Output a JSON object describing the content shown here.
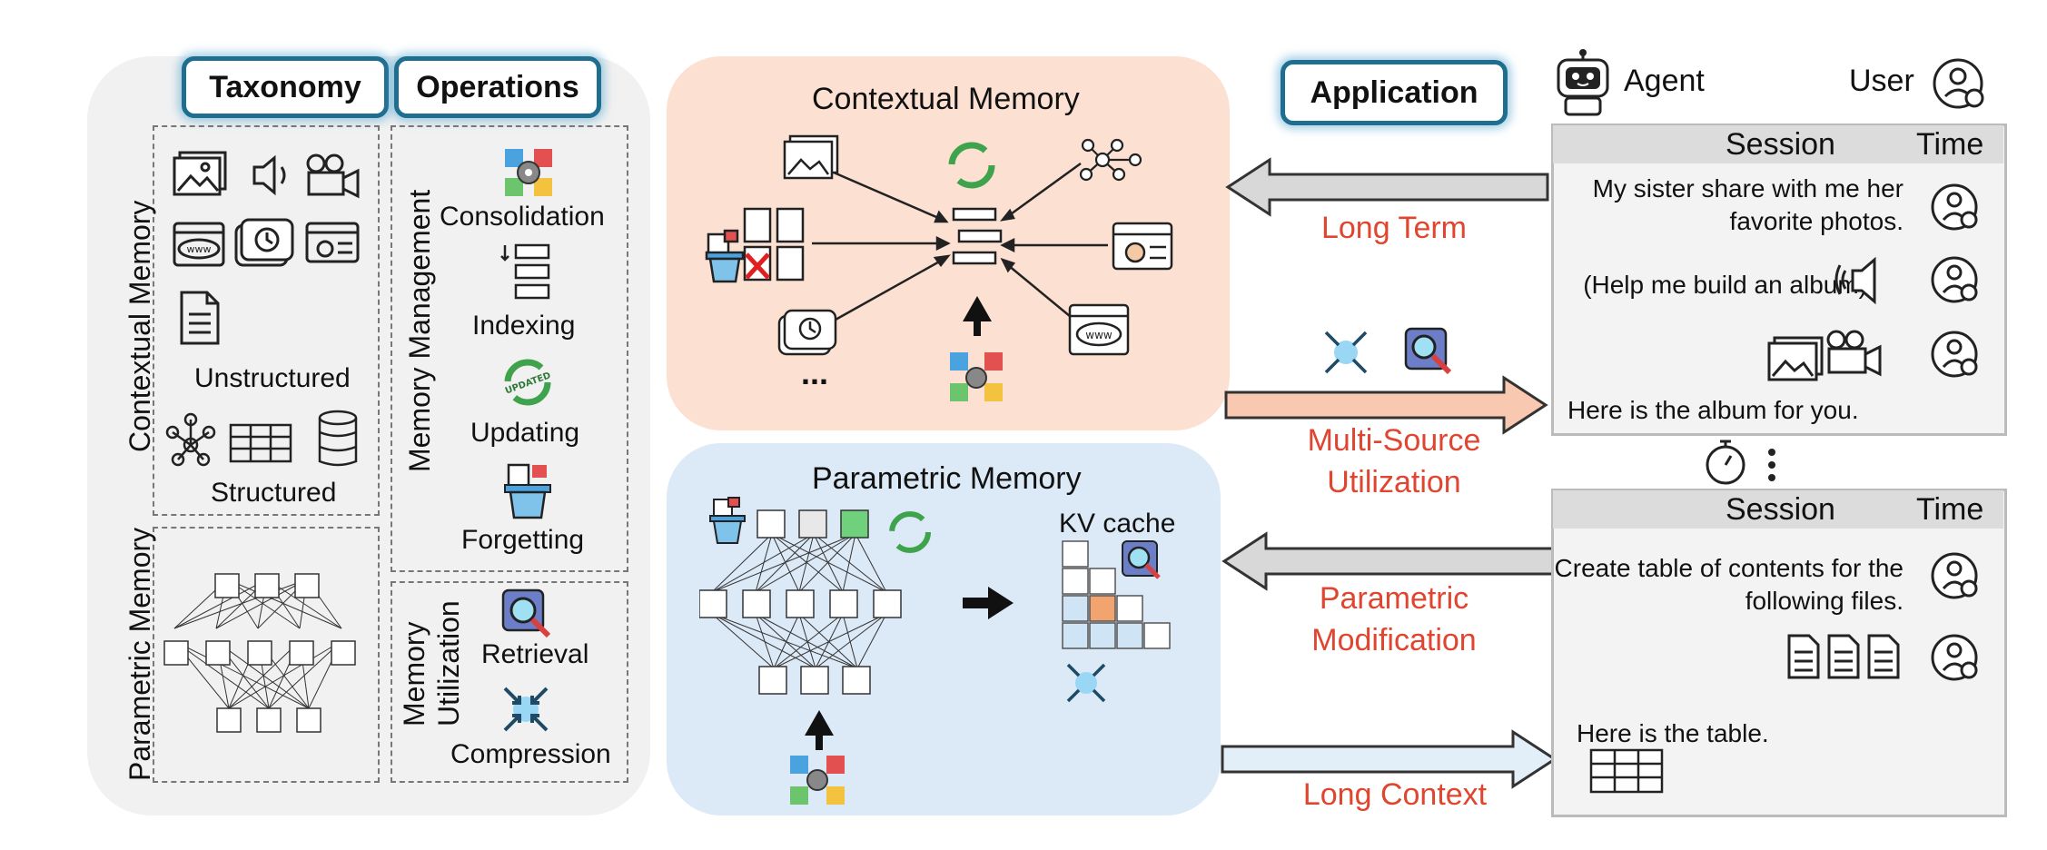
{
  "left_panel": {
    "tabs": [
      "Taxonomy",
      "Operations"
    ],
    "contextual_memory_label": "Contextual Memory",
    "parametric_memory_label": "Parametric Memory",
    "unstructured_label": "Unstructured",
    "structured_label": "Structured",
    "memory_management_label": "Memory Management",
    "memory_utilization_label_1": "Memory",
    "memory_utilization_label_2": "Utilization",
    "operations": [
      "Consolidation",
      "Indexing",
      "Updating",
      "Forgetting"
    ],
    "utilization_ops": [
      "Retrieval",
      "Compression"
    ]
  },
  "center": {
    "contextual_title": "Contextual Memory",
    "ellipsis": "...",
    "parametric_title": "Parametric Memory",
    "kv_cache_label": "KV cache"
  },
  "application": {
    "label": "Application",
    "arrows": [
      "Long Term",
      "Multi-Source Utilization",
      "Parametric Modification",
      "Long Context"
    ],
    "arrow_line_1": [
      "Long Term",
      "Multi-Source",
      "Parametric",
      "Long Context"
    ],
    "arrow_line_2": [
      "",
      "Utilization",
      "Modification",
      ""
    ]
  },
  "right_panel": {
    "agent_label": "Agent",
    "user_label": "User",
    "session_label": "Session",
    "time_label": "Time",
    "session1": {
      "msg1_line1": "My sister share with me her",
      "msg1_line2": "favorite photos.",
      "msg2": "(Help me build an album)",
      "reply": "Here is the album for you."
    },
    "session2": {
      "msg1_line1": "Create table of contents for the",
      "msg1_line2": "following files.",
      "reply": "Here is the table."
    }
  },
  "colors": {
    "contextual_bg": "#fce1d3",
    "parametric_bg": "#dce9f6",
    "left_bg": "#f1f1f1",
    "accent_red": "#e0452f",
    "label_border": "#1f6d8f",
    "orange_arrow": "#f8c9b0",
    "blue_arrow": "#e2eef8",
    "gray_arrow": "#d8d8d8"
  }
}
